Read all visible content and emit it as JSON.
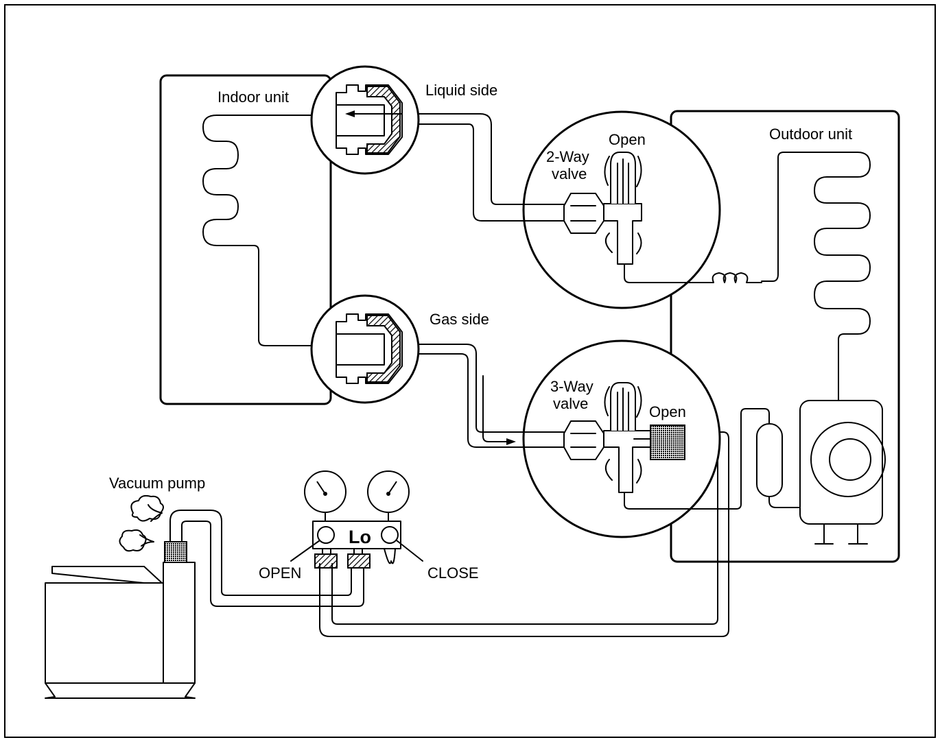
{
  "labels": {
    "indoor_unit": "Indoor unit",
    "outdoor_unit": "Outdoor unit",
    "liquid_side": "Liquid side",
    "gas_side": "Gas side",
    "two_way_valve_line1": "2-Way",
    "two_way_valve_line2": "valve",
    "two_way_state": "Open",
    "three_way_valve_line1": "3-Way",
    "three_way_valve_line2": "valve",
    "three_way_state": "Open",
    "vacuum_pump": "Vacuum pump",
    "gauge_lo": "Lo",
    "open_knob": "OPEN",
    "close_knob": "CLOSE"
  },
  "colors": {
    "line": "#000000",
    "background": "#ffffff"
  }
}
